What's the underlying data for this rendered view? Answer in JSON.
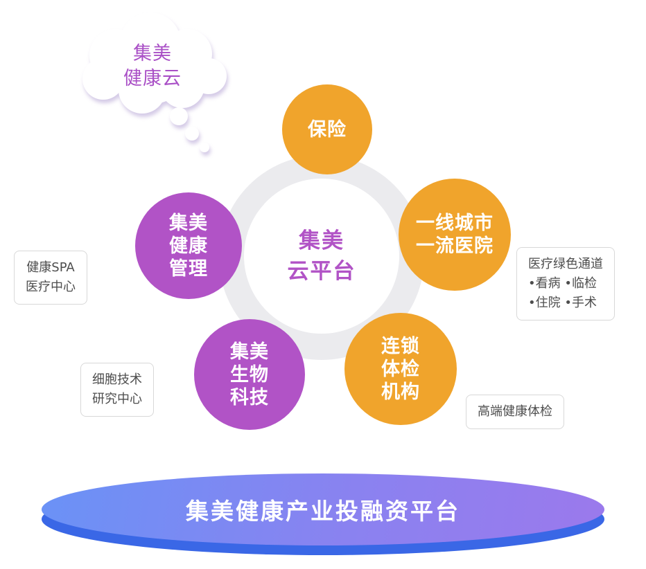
{
  "cloud": {
    "lines": [
      "集美",
      "健康云"
    ],
    "text_color": "#A94FC6"
  },
  "center": {
    "lines": [
      "集美",
      "云平台"
    ],
    "text_color": "#B153C6"
  },
  "nodes": [
    {
      "id": "insurance",
      "lines": [
        "保险"
      ],
      "color": "#F0A42C"
    },
    {
      "id": "hospital",
      "lines": [
        "一线城市",
        "一流医院"
      ],
      "color": "#F0A42C"
    },
    {
      "id": "health-mgmt",
      "lines": [
        "集美",
        "健康",
        "管理"
      ],
      "color": "#B153C6"
    },
    {
      "id": "biotech",
      "lines": [
        "集美",
        "生物",
        "科技"
      ],
      "color": "#B153C6"
    },
    {
      "id": "checkup",
      "lines": [
        "连锁",
        "体检",
        "机构"
      ],
      "color": "#F0A42C"
    }
  ],
  "callouts": [
    {
      "id": "spa-center",
      "lines": [
        "健康SPA",
        "医疗中心"
      ]
    },
    {
      "id": "green-channel",
      "lines": [
        "医疗绿色通道",
        "•看病 •临检",
        "•住院 •手术"
      ]
    },
    {
      "id": "cell-research",
      "lines": [
        "细胞技术",
        "研究中心"
      ]
    },
    {
      "id": "premium-checkup",
      "lines": [
        "高端健康体检"
      ]
    }
  ],
  "banner": {
    "label": "集美健康产业投融资平台"
  },
  "colors": {
    "orange": "#F0A42C",
    "purple": "#B153C6",
    "ring_gray": "#EBEBEE",
    "banner_rim_blue": "#3A67E6",
    "banner_gradient_start": "#6A92F6",
    "banner_gradient_end": "#9B79EC",
    "callout_border": "#D8D8D8",
    "callout_text": "#4D4D4D",
    "cloud_shadow": "#D2C7E5"
  }
}
